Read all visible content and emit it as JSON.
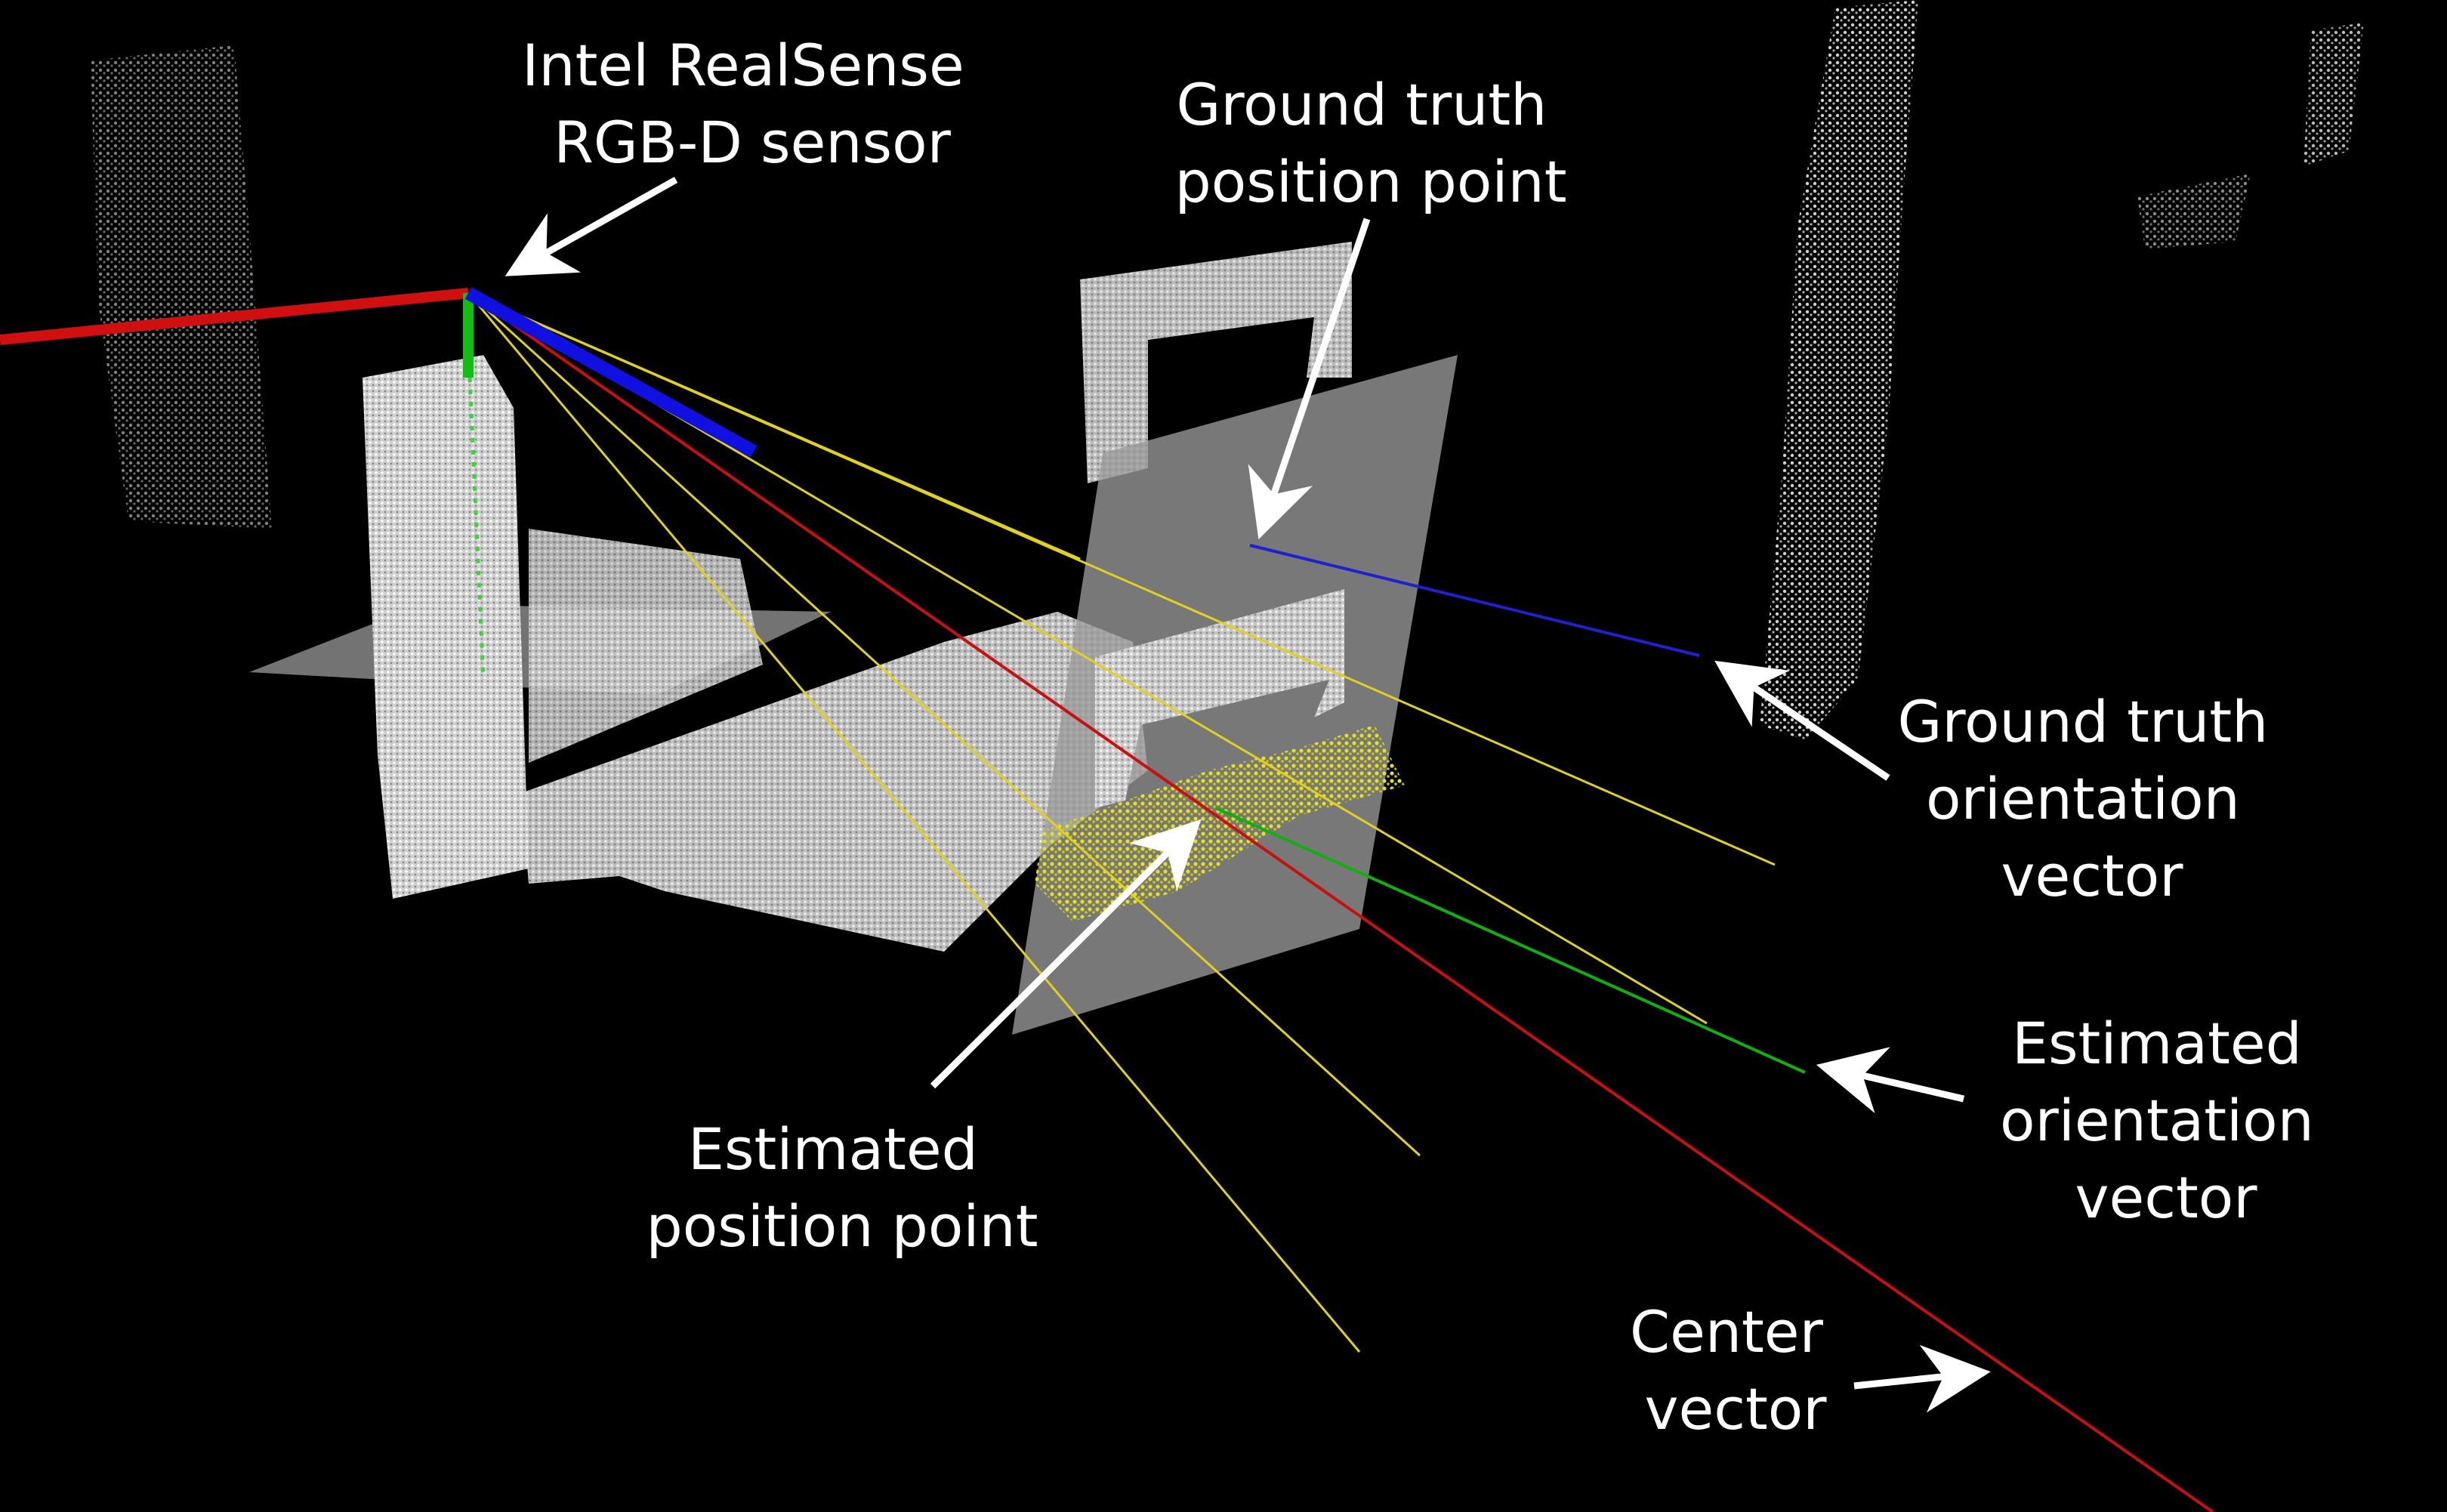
{
  "labels": {
    "sensor": [
      "Intel RealSense",
      "RGB-D sensor"
    ],
    "gt_position": [
      "Ground truth",
      "position point"
    ],
    "gt_orientation": [
      "Ground truth",
      "orientation",
      "vector"
    ],
    "est_orientation": [
      "Estimated",
      "orientation",
      "vector"
    ],
    "est_position": [
      "Estimated",
      "position point"
    ],
    "center": [
      "Center",
      "vector"
    ]
  },
  "colors": {
    "background": "#000000",
    "point_cloud": "#dcdcdc",
    "detected_cloud": "#e6e21a",
    "plane": "#9a9a9a",
    "axis_x": "#d01010",
    "axis_y": "#10c010",
    "axis_z": "#1010e0",
    "ray": "#e0d020",
    "center_vector": "#c81010",
    "gt_orientation_vector": "#2020d0",
    "est_orientation_vector": "#10b010",
    "arrow": "#ffffff"
  }
}
